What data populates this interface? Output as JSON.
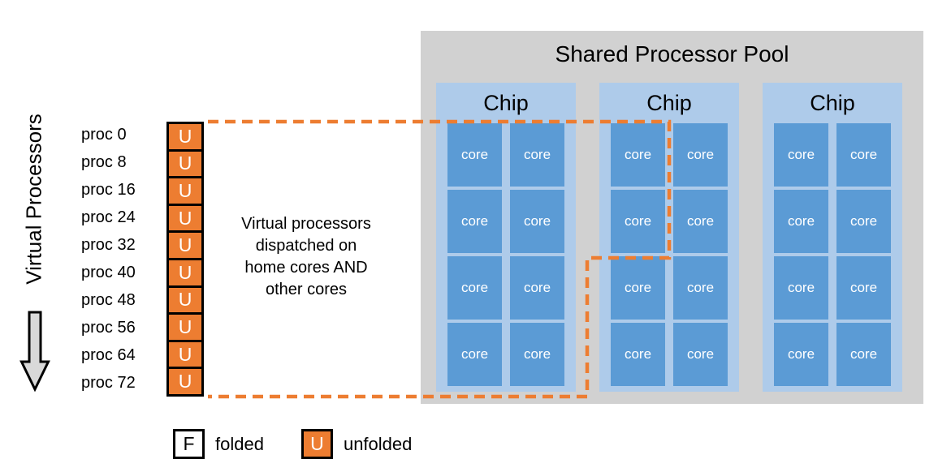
{
  "diagram": {
    "axis_label": "Virtual Processors",
    "processors": [
      {
        "label": "proc 0",
        "state": "U"
      },
      {
        "label": "proc 8",
        "state": "U"
      },
      {
        "label": "proc 16",
        "state": "U"
      },
      {
        "label": "proc 24",
        "state": "U"
      },
      {
        "label": "proc 32",
        "state": "U"
      },
      {
        "label": "proc 40",
        "state": "U"
      },
      {
        "label": "proc 48",
        "state": "U"
      },
      {
        "label": "proc 56",
        "state": "U"
      },
      {
        "label": "proc 64",
        "state": "U"
      },
      {
        "label": "proc 72",
        "state": "U"
      }
    ],
    "annotation": "Virtual processors\ndispatched on\nhome cores AND\nother cores",
    "pool": {
      "title": "Shared Processor Pool",
      "chips": [
        {
          "label": "Chip",
          "cores": [
            "core",
            "core",
            "core",
            "core",
            "core",
            "core",
            "core",
            "core"
          ]
        },
        {
          "label": "Chip",
          "cores": [
            "core",
            "core",
            "core",
            "core",
            "core",
            "core",
            "core",
            "core"
          ]
        },
        {
          "label": "Chip",
          "cores": [
            "core",
            "core",
            "core",
            "core",
            "core",
            "core",
            "core",
            "core"
          ]
        }
      ]
    },
    "legend": [
      {
        "symbol": "F",
        "label": "folded"
      },
      {
        "symbol": "U",
        "label": "unfolded"
      }
    ],
    "colors": {
      "unfolded_orange": "#ED7D31",
      "core_blue": "#5B9BD5",
      "chip_blue": "#AECBEA",
      "pool_gray": "#D1D1D1",
      "dashed_line_orange": "#ED7D31",
      "arrow_gray": "#D9D9D9"
    }
  }
}
